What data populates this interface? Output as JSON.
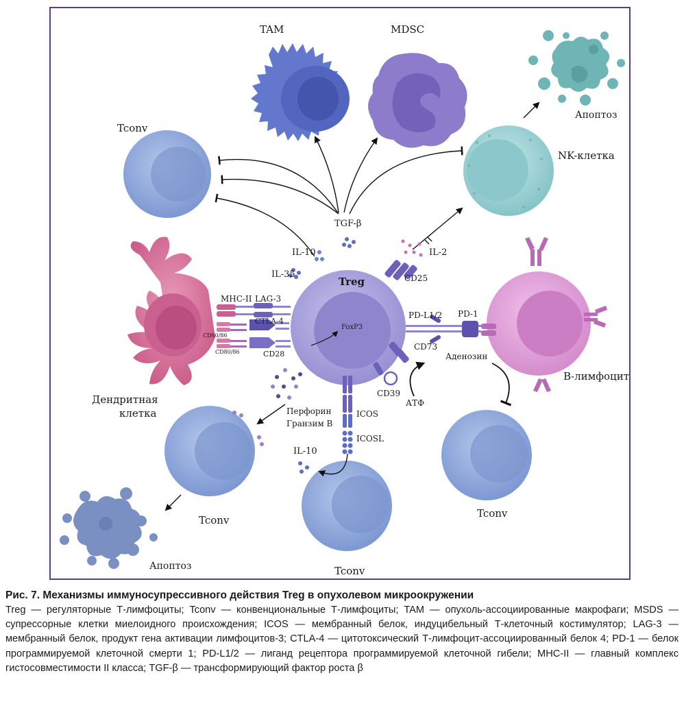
{
  "labels": {
    "tam": "TAM",
    "mdsc": "MDSC",
    "tconv_top": "Tconv",
    "nk_cell": "NK-клетка",
    "apoptosis_top": "Апоптоз",
    "tgf_beta": "TGF-β",
    "il10_top": "IL-10",
    "il35": "IL-35",
    "il2": "IL-2",
    "cd25": "CD25",
    "treg": "Treg",
    "foxp3": "FoxP3",
    "mhc2": "MHC-II",
    "lag3": "LAG-3",
    "ctla4": "CTLA-4",
    "cd80_86_a": "CD80/86",
    "cd80_86_b": "CD80/86",
    "cd28": "CD28",
    "pdl12": "PD-L1/2",
    "pd1": "PD-1",
    "cd73": "CD73",
    "adenosine": "Аденозин",
    "cd39": "CD39",
    "atp": "АТФ",
    "b_lymphocyte": "В-лимфоцит",
    "dendritic_1": "Дендритная",
    "dendritic_2": "клетка",
    "perforin": "Перфорин",
    "granzyme": "Гранзим В",
    "icos": "ICOS",
    "icosl": "ICOSL",
    "il10_bottom": "IL-10",
    "tconv_left": "Tconv",
    "tconv_bottom": "Tconv",
    "tconv_right": "Tconv",
    "apoptosis_bottom": "Апоптоз"
  },
  "caption": {
    "title": "Рис. 7. Механизмы иммуносупрессивного действия Treg в опухолевом микроокружении",
    "text": "Treg — регуляторные Т-лимфоциты; Tconv — конвенциональные Т-лимфоциты; TAM — опухоль-ассоциированные макрофаги; MSDS — супрессорные клетки миелоидного происхождения; ICOS — мембранный белок, индуцибельный Т-клеточный костимулятор; LAG-3 — мембранный белок, продукт гена активации лимфоцитов-3; CTLA-4 — цитотоксический Т-лимфоцит-ассоциированный белок 4; PD-1 — белок программируемой клеточной смерти 1; PD-L1/2 — лиганд рецептора программируемой клеточной гибели; MHC-II — главный комплекс гистосовместимости II класса; TGF-β — трансформирующий фактор роста β"
  },
  "colors": {
    "frame": "#5a3e86",
    "treg": "#a9a3dd",
    "tconv": "#8fa9dc",
    "nk": "#9fd3d6",
    "b_cell": "#de9ad6",
    "dendritic": "#d9709a",
    "tam": "#5a6fc8",
    "mdsc": "#8a78c8"
  }
}
